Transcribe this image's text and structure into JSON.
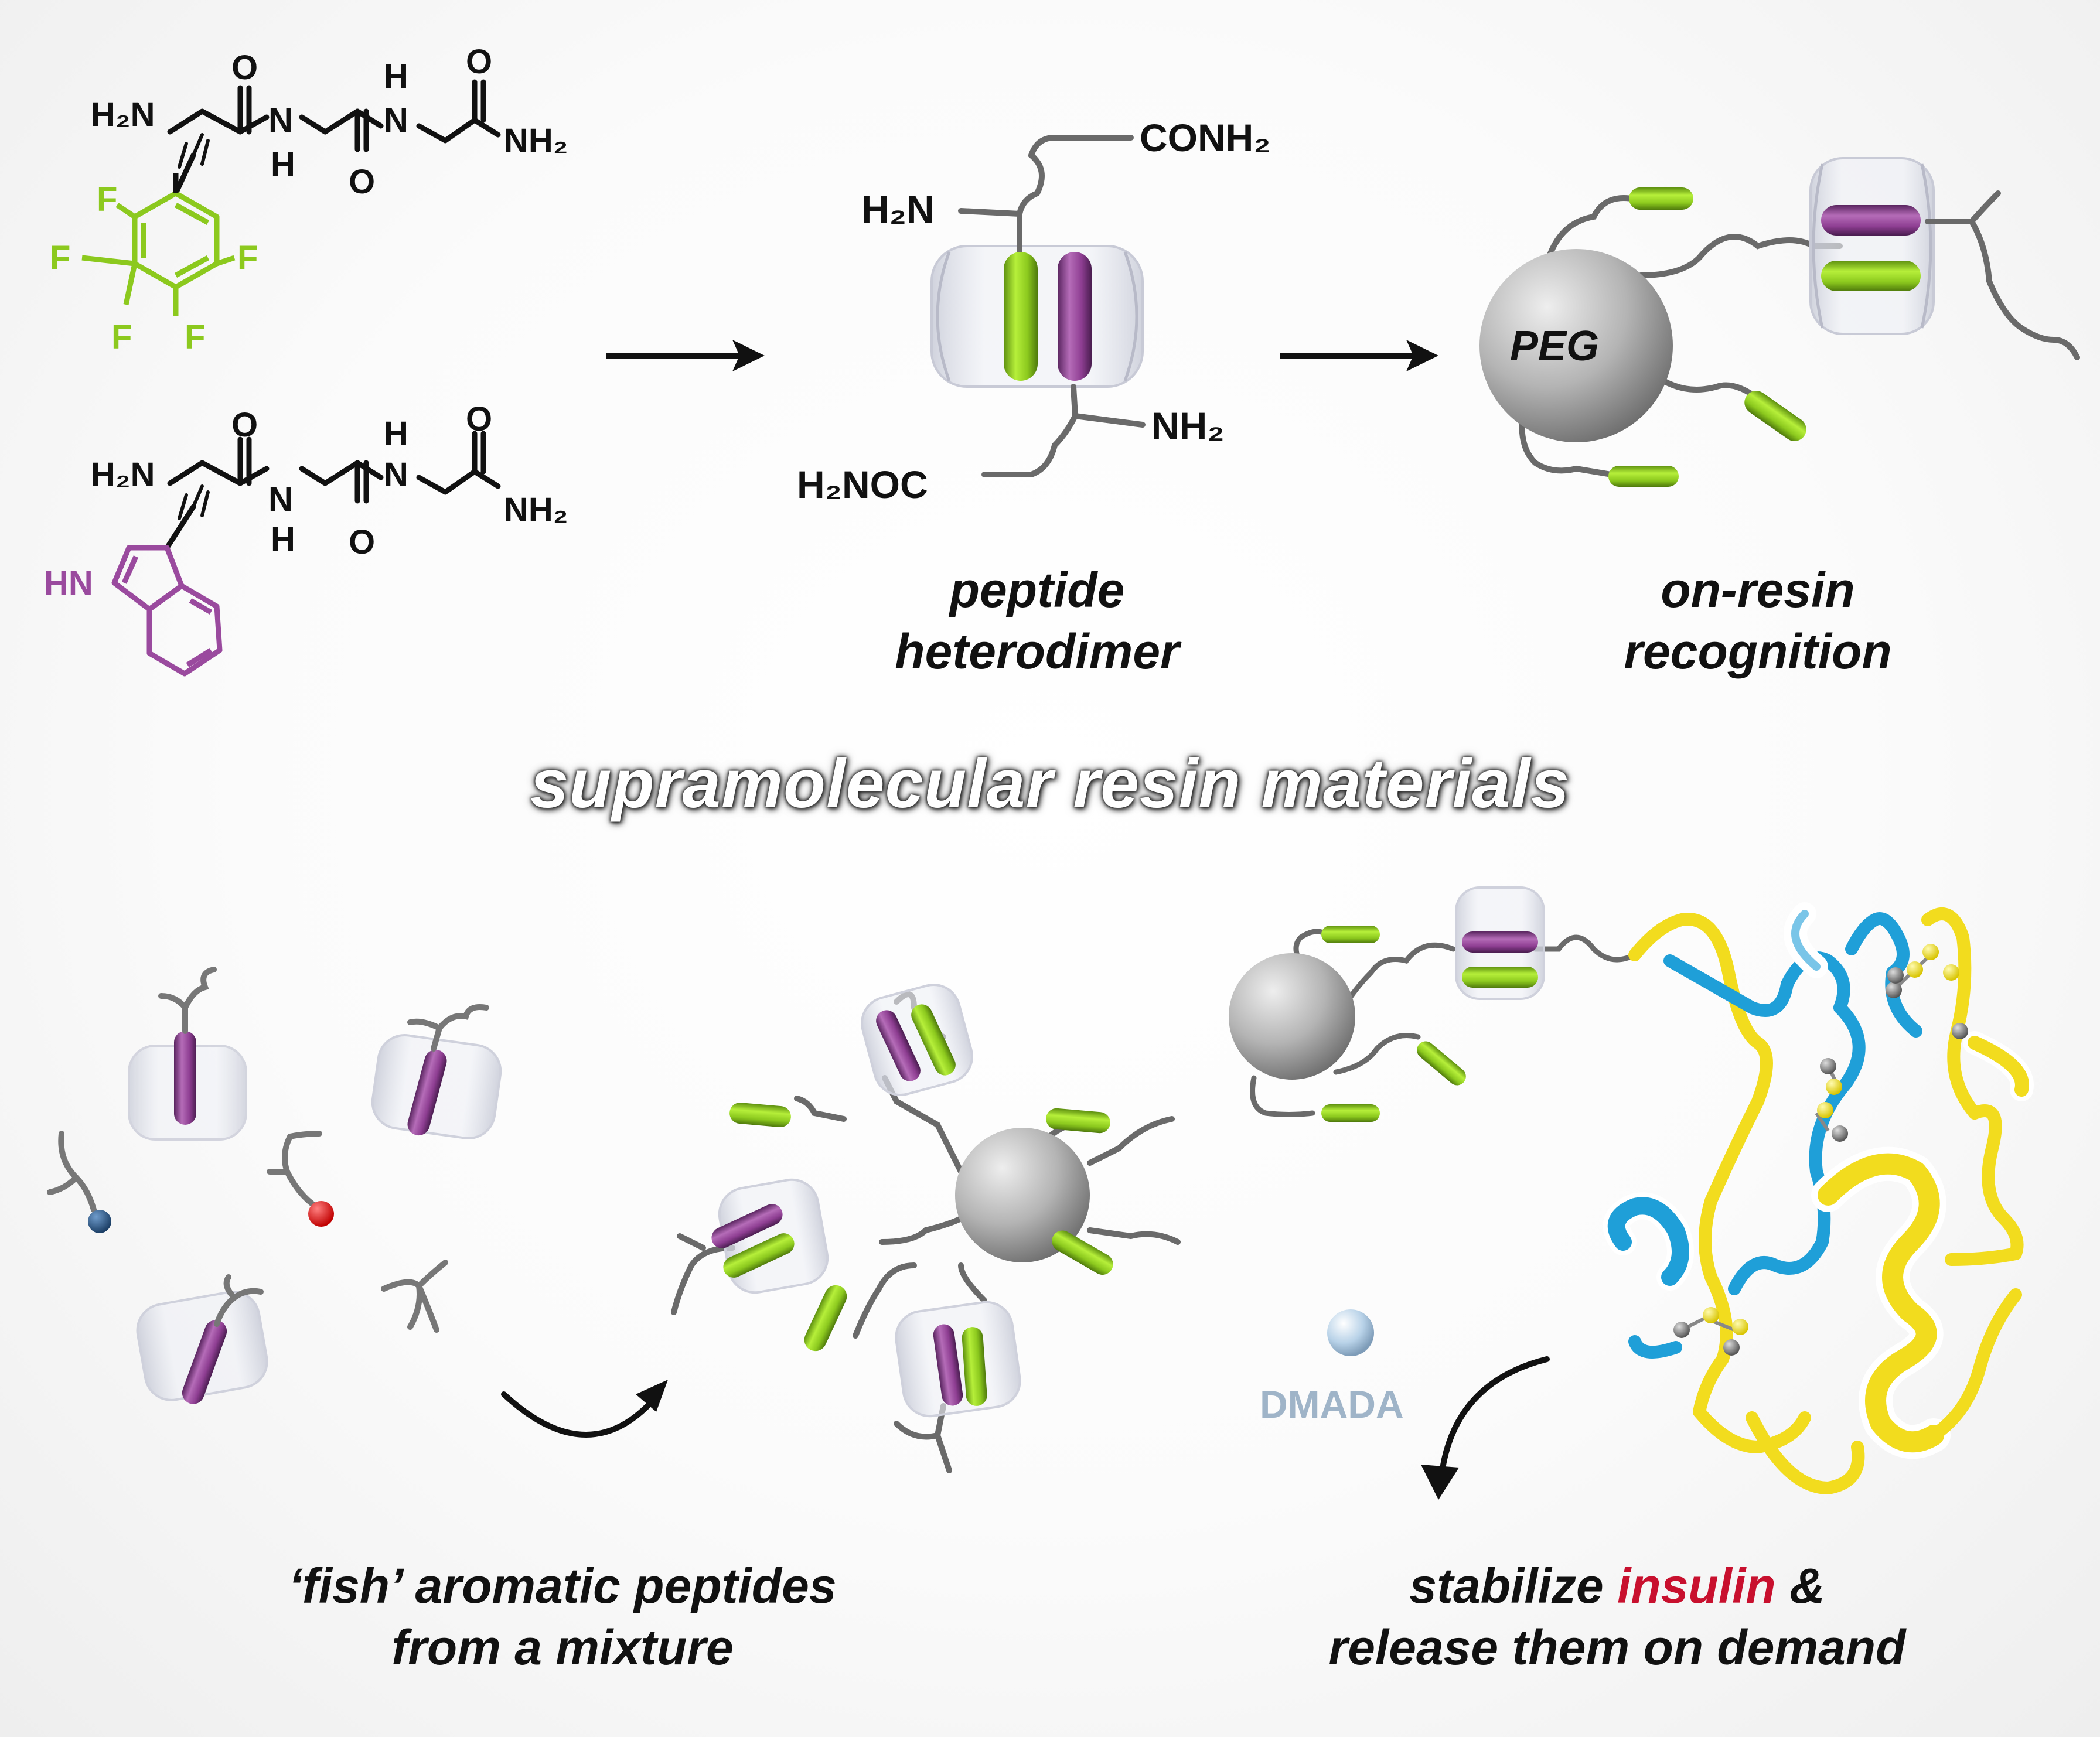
{
  "molecules": {
    "pentafluoro": {
      "h2n": "H₂N",
      "nh_left": "N",
      "h_left": "H",
      "o_top": "O",
      "h_top": "H",
      "n_mid": "N",
      "o_bottom": "O",
      "o_right": "O",
      "nh2": "NH₂",
      "f": "F"
    },
    "tryptophan": {
      "h2n": "H₂N",
      "nh_left": "N",
      "h_left": "H",
      "o_top": "O",
      "h_top": "H",
      "n_mid": "N",
      "o_bottom": "O",
      "o_right": "O",
      "nh2": "NH₂",
      "hn_indole": "HN"
    }
  },
  "heterodimer": {
    "conh2": "CONH₂",
    "h2n": "H₂N",
    "nh2": "NH₂",
    "h2noc": "H₂NOC",
    "caption_line1": "peptide",
    "caption_line2": "heterodimer"
  },
  "on_resin": {
    "peg_label": "PEG",
    "caption_line1": "on-resin",
    "caption_line2": "recognition"
  },
  "title": "supramolecular resin materials",
  "fish": {
    "caption_line1": "‘fish’ aromatic peptides",
    "caption_line2": "from a mixture"
  },
  "insulin": {
    "dmada_label": "DMADA",
    "caption_pre": "stabilize ",
    "caption_highlight": "insulin",
    "caption_post": " &",
    "caption_line2": "release them on demand"
  },
  "colors": {
    "fluoro_green": "#8cc91e",
    "indole_purple": "#9a4a9e",
    "resin_gray": "#b0b0b0",
    "helix_yellow": "#f2dc1e",
    "helix_blue": "#1f9fd8",
    "highlight_red": "#c8102e",
    "dmada_text": "#9fb4c8",
    "dot_blue": "#2a5a8c",
    "dot_red": "#e01010"
  }
}
